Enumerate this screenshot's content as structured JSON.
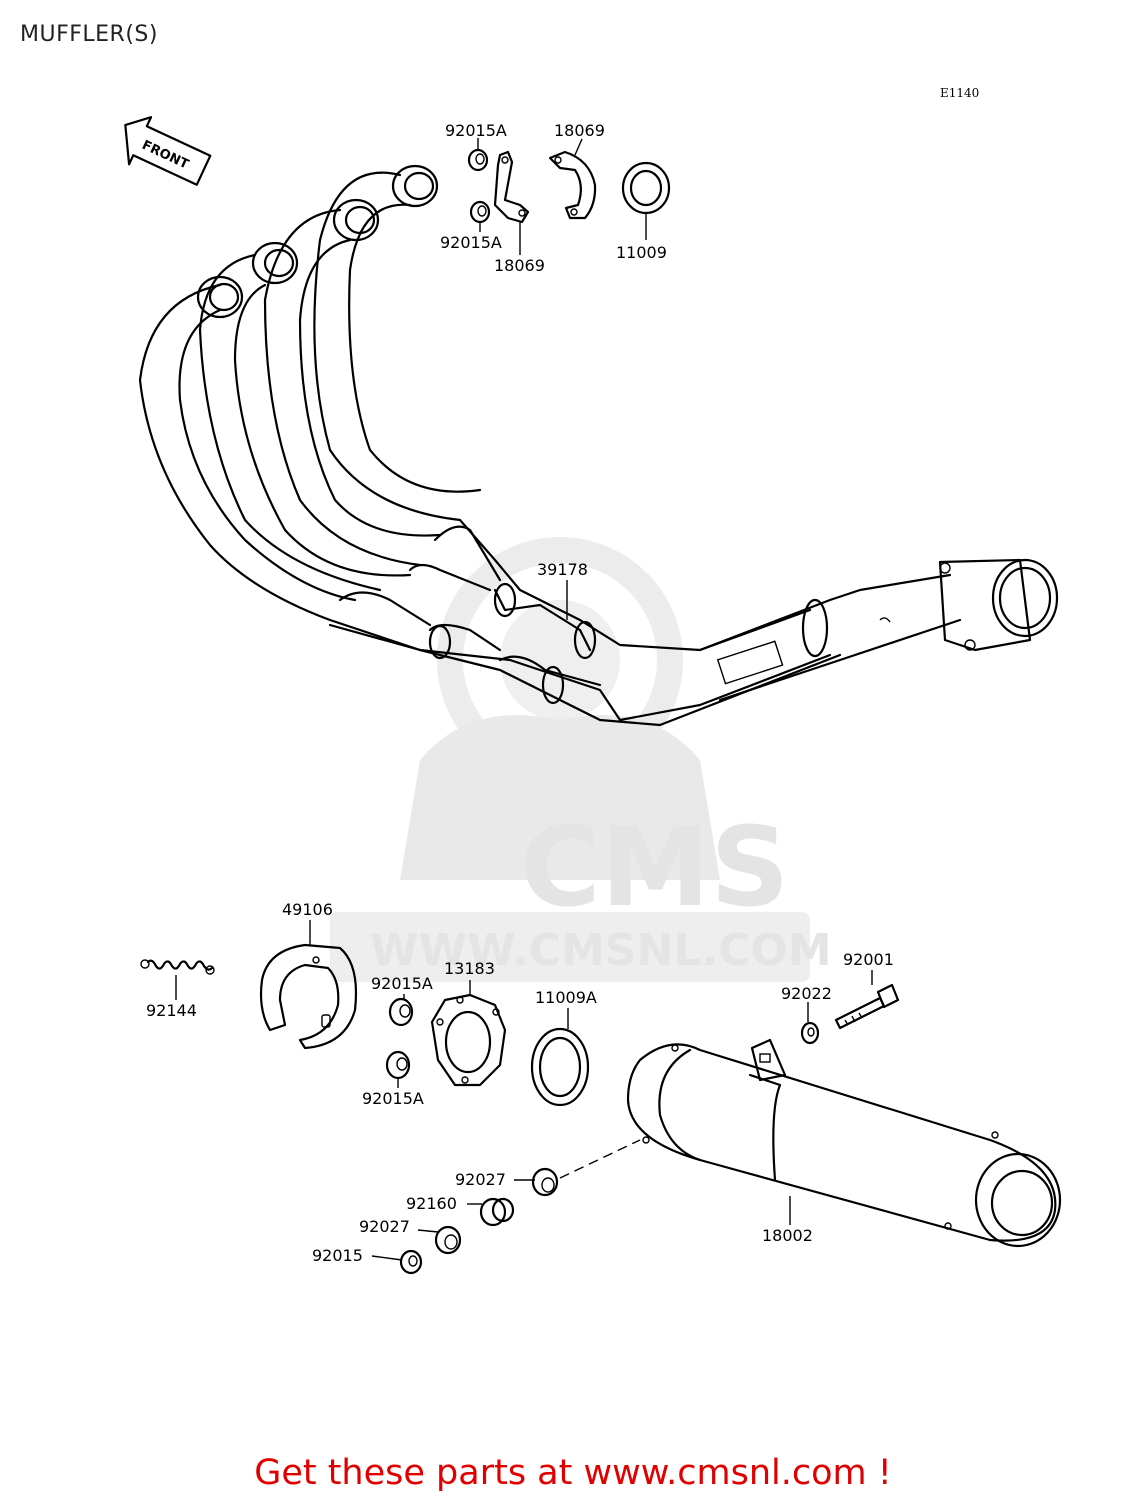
{
  "page": {
    "title": "MUFFLER(S)",
    "diagram_code": "E1140",
    "front_arrow": "FRONT"
  },
  "watermark": {
    "logo_text": "CMS",
    "url": "WWW.CMSNL.COM"
  },
  "parts": [
    {
      "id": "92015A",
      "label": "92015A"
    },
    {
      "id": "18069",
      "label": "18069"
    },
    {
      "id": "92015A",
      "label": "92015A"
    },
    {
      "id": "18069",
      "label": "18069"
    },
    {
      "id": "11009",
      "label": "11009"
    },
    {
      "id": "39178",
      "label": "39178"
    },
    {
      "id": "49106",
      "label": "49106"
    },
    {
      "id": "92144",
      "label": "92144"
    },
    {
      "id": "92015A",
      "label": "92015A"
    },
    {
      "id": "13183",
      "label": "13183"
    },
    {
      "id": "92015A",
      "label": "92015A"
    },
    {
      "id": "11009A",
      "label": "11009A"
    },
    {
      "id": "92001",
      "label": "92001"
    },
    {
      "id": "92022",
      "label": "92022"
    },
    {
      "id": "92027",
      "label": "92027"
    },
    {
      "id": "92160",
      "label": "92160"
    },
    {
      "id": "92027",
      "label": "92027"
    },
    {
      "id": "92015",
      "label": "92015"
    },
    {
      "id": "18002",
      "label": "18002"
    }
  ],
  "footer": {
    "text": "Get these parts at www.cmsnl.com !"
  }
}
